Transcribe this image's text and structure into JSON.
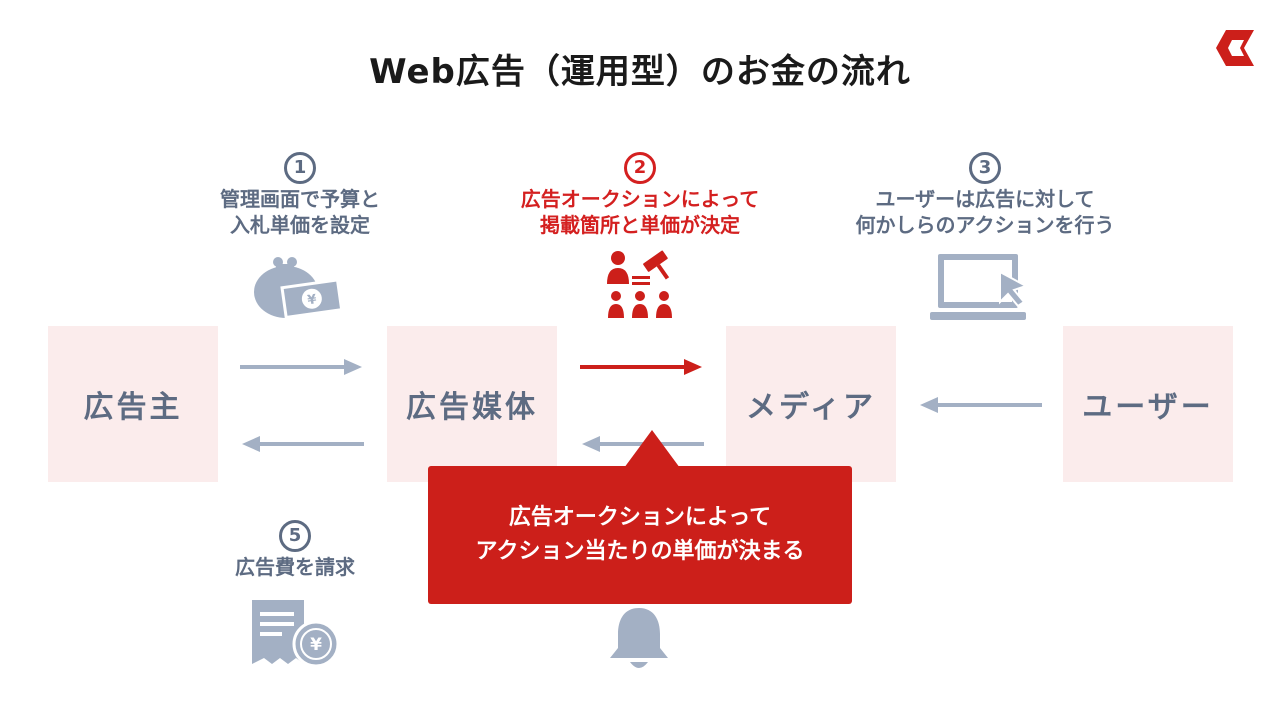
{
  "title": "Web広告（運用型）のお金の流れ",
  "colors": {
    "accent": "#cc1f1a",
    "muted": "#5d6b82",
    "box_bg": "#fbecec",
    "arrow_gray": "#a3b0c4"
  },
  "entities": {
    "advertiser": "広告主",
    "ad_network": "広告媒体",
    "media": "メディア",
    "user": "ユーザー"
  },
  "steps": {
    "step1": {
      "number": "1",
      "line1": "管理画面で予算と",
      "line2": "入札単価を設定",
      "icon": "purse-money-icon"
    },
    "step2": {
      "number": "2",
      "line1": "広告オークションによって",
      "line2": "掲載箇所と単価が決定",
      "icon": "auction-icon"
    },
    "step3": {
      "number": "3",
      "line1": "ユーザーは広告に対して",
      "line2": "何かしらのアクションを行う",
      "icon": "laptop-cursor-icon"
    },
    "step5": {
      "number": "5",
      "line1": "広告費を請求",
      "icon": "invoice-yen-icon"
    }
  },
  "callout": {
    "line1": "広告オークションによって",
    "line2": "アクション当たりの単価が決まる"
  },
  "icons": {
    "bell": "bell-icon",
    "logo": "brand-logo-icon"
  }
}
